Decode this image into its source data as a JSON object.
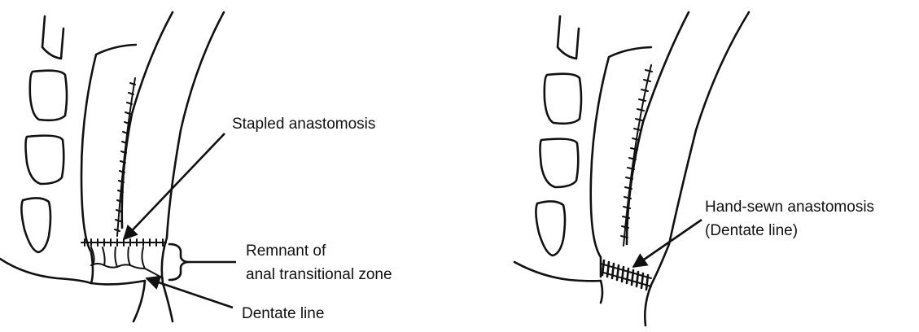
{
  "panels": [
    {
      "id": "stapled",
      "labels": {
        "stapled_anastomosis": "Stapled anastomosis",
        "remnant_line1": "Remnant of",
        "remnant_line2": "anal transitional zone",
        "dentate_line": "Dentate line"
      }
    },
    {
      "id": "hand-sewn",
      "labels": {
        "hand_sewn_line1": "Hand-sewn anastomosis",
        "hand_sewn_line2": "(Dentate line)"
      }
    }
  ],
  "colors": {
    "ink": "#111111",
    "background": "#ffffff"
  }
}
